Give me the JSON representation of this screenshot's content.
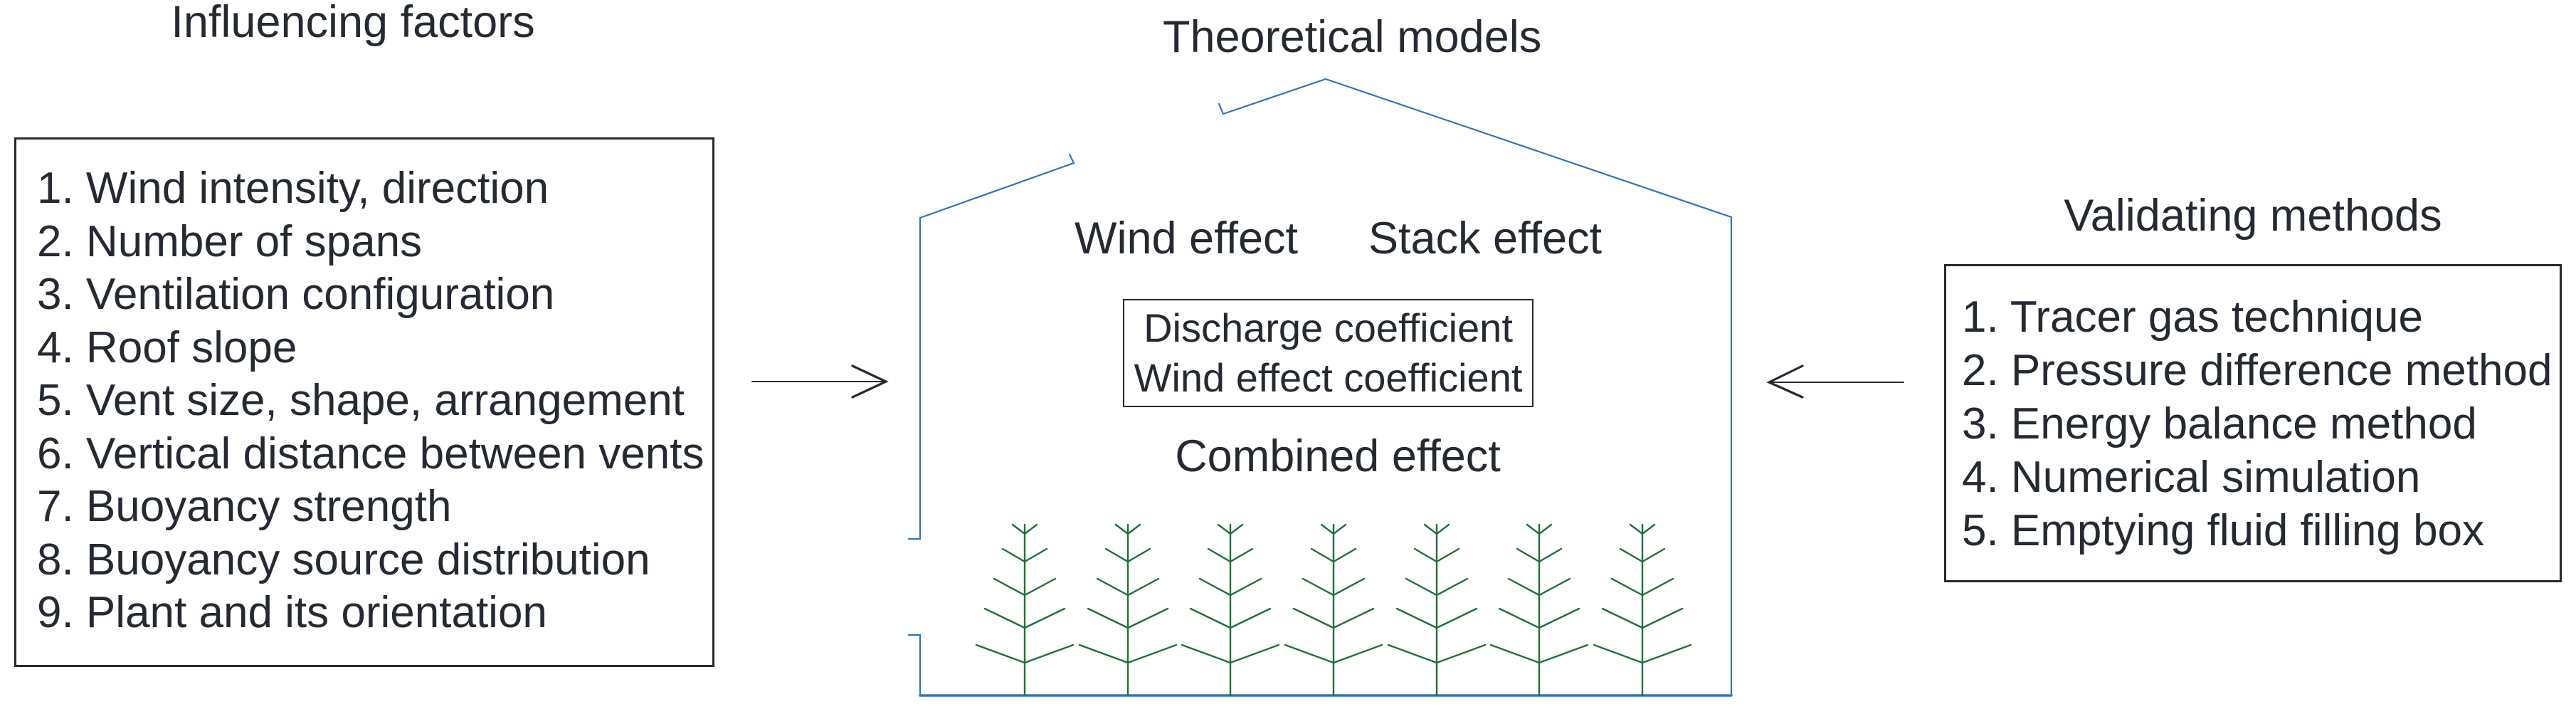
{
  "colors": {
    "background": "#ffffff",
    "text": "#252a32",
    "box_border": "#252a32",
    "arrow": "#252a32",
    "house_outline": "#2e75b6",
    "plant": "#1e7038"
  },
  "left_panel": {
    "title": "Influencing factors",
    "items": [
      "1. Wind intensity, direction",
      "2. Number of spans",
      "3. Ventilation configuration",
      "4. Roof slope",
      "5. Vent size, shape, arrangement",
      "6. Vertical distance between vents",
      "7. Buoyancy strength",
      "8. Buoyancy source distribution",
      "9. Plant and its orientation"
    ]
  },
  "center": {
    "title": "Theoretical models",
    "wind_label": "Wind effect",
    "stack_label": "Stack effect",
    "coefficient_box": {
      "line1": "Discharge coefficient",
      "line2": "Wind effect coefficient"
    },
    "combined_label": "Combined effect",
    "icons": {
      "greenhouse": "greenhouse-outline-icon",
      "plant": "plant-icon",
      "plant_count": 7
    }
  },
  "right_panel": {
    "title": "Validating methods",
    "items": [
      "1. Tracer gas technique",
      "2. Pressure difference method",
      "3. Energy balance method",
      "4. Numerical simulation",
      "5. Emptying fluid filling box"
    ]
  },
  "arrows": {
    "left_to_center": "arrow-right-icon",
    "right_to_center": "arrow-left-icon"
  }
}
